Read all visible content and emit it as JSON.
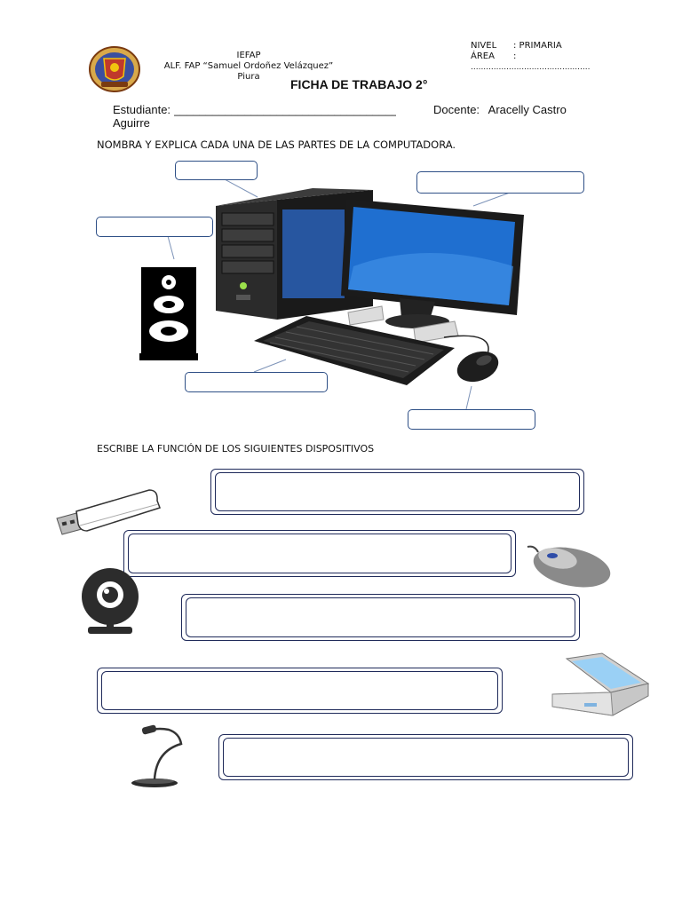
{
  "header": {
    "school_short": "IEFAP",
    "school_name": "ALF. FAP “Samuel Ordoñez Velázquez”",
    "city": "Piura",
    "nivel_label": "NIVEL",
    "nivel_value": ": PRIMARIA",
    "area_label": "ÁREA",
    "area_value": ":",
    "area_dots": "...............................................",
    "title": "FICHA DE TRABAJO 2°",
    "student_label": "Estudiante:",
    "student_line": "____________________________________",
    "teacher_label": "Docente:",
    "teacher_name_1": "Aracelly  Castro",
    "teacher_name_2": "Aguirre"
  },
  "section1": {
    "instruction": "NOMBRA Y EXPLICA CADA UNA DE LAS PARTES DE LA COMPUTADORA."
  },
  "section2": {
    "instruction": "ESCRIBE LA FUNCIÓN DE LOS SIGUIENTES DISPOSITIVOS"
  },
  "icons": {
    "logo": "school-seal",
    "devices": [
      "usb-drive",
      "mouse",
      "webcam",
      "scanner",
      "microphone"
    ]
  },
  "colors": {
    "label_border": "#2e4f86",
    "box_border": "#1f2a5a",
    "screen_blue": "#1f6fd0"
  }
}
